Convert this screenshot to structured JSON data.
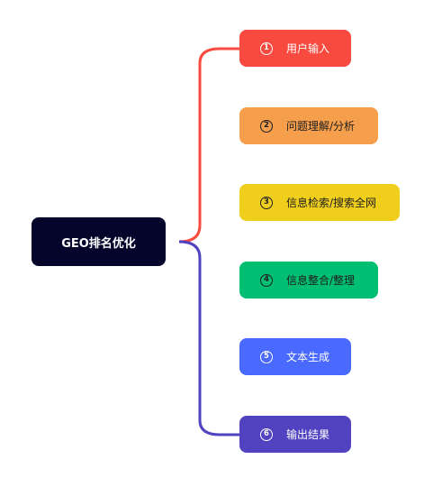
{
  "root": {
    "label": "GEO排名优化"
  },
  "steps": [
    {
      "num": "1",
      "label": "用户输入",
      "color": "#f84a3f",
      "text_color": "#ffffff"
    },
    {
      "num": "2",
      "label": "问题理解/分析",
      "color": "#f59e4b",
      "text_color": "#1f1f1f"
    },
    {
      "num": "3",
      "label": "信息检索/搜索全网",
      "color": "#f0cf1c",
      "text_color": "#1f1f1f"
    },
    {
      "num": "4",
      "label": "信息整合/整理",
      "color": "#00be72",
      "text_color": "#1f1f1f"
    },
    {
      "num": "5",
      "label": "文本生成",
      "color": "#4a69ff",
      "text_color": "#ffffff"
    },
    {
      "num": "6",
      "label": "输出结果",
      "color": "#5143c0",
      "text_color": "#ffffff"
    }
  ],
  "connector_colors": {
    "upper": "#f84a3f",
    "lower": "#5143c0"
  }
}
